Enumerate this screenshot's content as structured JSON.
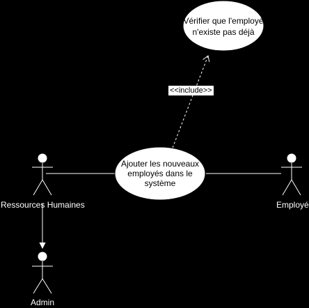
{
  "diagram": {
    "actors": {
      "hr": {
        "label": "Ressources Humaines"
      },
      "admin": {
        "label": "Admin"
      },
      "employee": {
        "label": "Employé"
      }
    },
    "use_cases": {
      "add_employees": {
        "line1": "Ajouter les nouveaux",
        "line2": "employés dans le",
        "line3": "système"
      },
      "verify_employee": {
        "line1": "Vérifier que l'employé",
        "line2": "n'existe pas déjà"
      }
    },
    "relations": {
      "include_label": "<<include>>"
    },
    "colors": {
      "background": "#000000",
      "foreground": "#ffffff",
      "fill": "#ffffff",
      "stroke": "#000000"
    }
  }
}
